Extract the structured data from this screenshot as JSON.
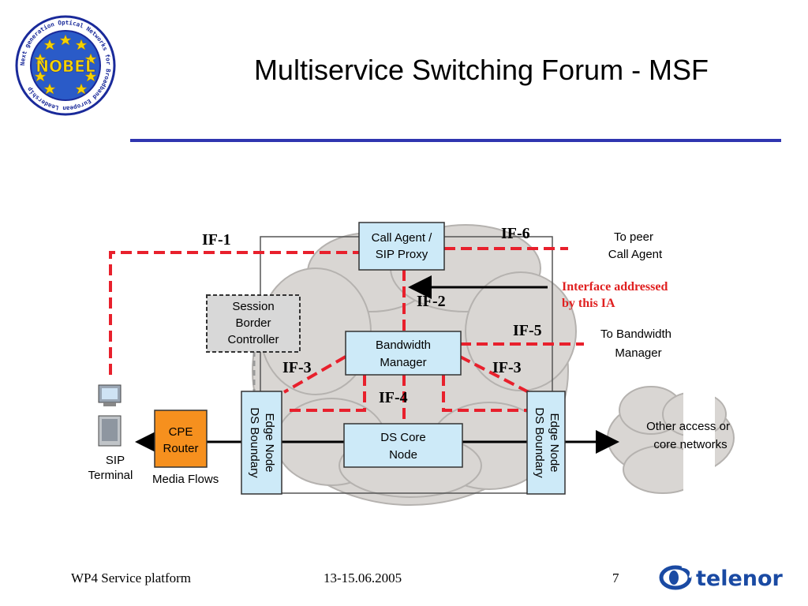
{
  "title": "Multiservice Switching Forum - MSF",
  "footer": {
    "left": "WP4 Service platform",
    "date": "13-15.06.2005",
    "page": "7"
  },
  "logo": {
    "text": "NOBEL",
    "ring_text": "Next generation Optical Networks for Broadband European Leadership"
  },
  "brand": {
    "name": "telenor",
    "color": "#1a4aa3"
  },
  "colors": {
    "interface_line": "#e8202c",
    "box_fill": "#cdeaf8",
    "cpe_fill": "#f6901e",
    "rule": "#2f35b0",
    "highlight_text": "#e02020"
  },
  "diagram": {
    "boxes": {
      "call_agent": [
        "Call Agent /",
        "SIP Proxy"
      ],
      "session_border": [
        "Session",
        "Border",
        "Controller"
      ],
      "bandwidth_manager": [
        "Bandwidth",
        "Manager"
      ],
      "ds_core": [
        "DS Core",
        "Node"
      ],
      "edge_left": [
        "Edge Node",
        "DS Boundary"
      ],
      "edge_right": [
        "Edge Node",
        "DS Boundary"
      ],
      "cpe": [
        "CPE",
        "Router"
      ]
    },
    "interfaces": {
      "if1": "IF-1",
      "if2": "IF-2",
      "if3_left": "IF-3",
      "if3_right": "IF-3",
      "if4": "IF-4",
      "if5": "IF-5",
      "if6": "IF-6"
    },
    "notes": {
      "peer": [
        "To peer",
        "Call Agent"
      ],
      "interface_addressed": [
        "Interface addressed",
        "by this IA"
      ],
      "bw_manager": [
        "To Bandwidth",
        "Manager"
      ],
      "other_networks": [
        "Other access or",
        "core networks"
      ],
      "sip_terminal": [
        "SIP",
        "Terminal"
      ],
      "media_flows": "Media Flows"
    }
  }
}
